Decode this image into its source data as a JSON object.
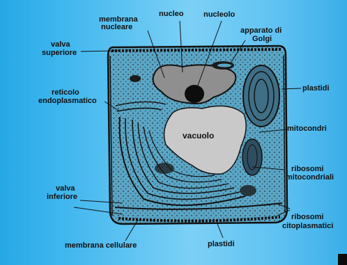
{
  "labels": {
    "membrana_nucleare_1": "membrana",
    "membrana_nucleare_2": "nucleare",
    "nucleo": "nucleo",
    "nucleolo": "nucleolo",
    "apparato_golgi_1": "apparato di",
    "apparato_golgi_2": "Golgi",
    "valva_superiore_1": "valva",
    "valva_superiore_2": "superiore",
    "plastidi_right": "plastidi",
    "reticolo_1": "reticolo",
    "reticolo_2": "endoplasmatico",
    "vacuolo": "vacuolo",
    "mitocondri": "mitocondri",
    "ribosomi_mito_1": "ribosomi",
    "ribosomi_mito_2": "mitocondriali",
    "valva_inferiore_1": "valva",
    "valva_inferiore_2": "inferiore",
    "ribosomi_cito_1": "ribosomi",
    "ribosomi_cito_2": "citoplasmatici",
    "membrana_cellulare": "membrana cellulare",
    "plastidi_bottom": "plastidi"
  },
  "colors": {
    "background_left": "#26a8e6",
    "background_center": "#7cd0f6",
    "cell_cytoplasm": "#5aa6c6",
    "vacuole": "#c9c9c9",
    "nucleus": "#8f8f8f",
    "ink": "#111111"
  }
}
